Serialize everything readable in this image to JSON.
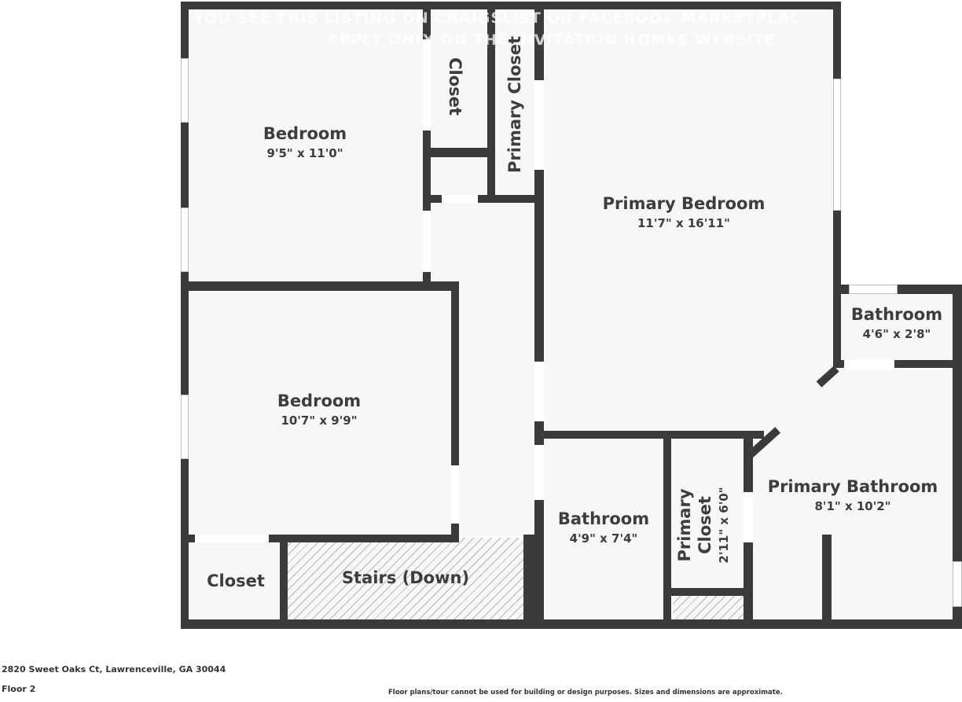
{
  "watermark": {
    "line1": "YOU SEE THIS LISTING ON CRAIGSLIST OR FACEBOOK MARKETPLAC",
    "line2": "APPLY ONLY ON THE INVITATION HOMES WEBSITE."
  },
  "rooms": {
    "bedroom1": {
      "name": "Bedroom",
      "dims": "9'5\" x 11'0\""
    },
    "closet_top": {
      "name": "Closet"
    },
    "primary_closet_top": {
      "name": "Primary Closet"
    },
    "primary_bedroom": {
      "name": "Primary Bedroom",
      "dims": "11'7\" x 16'11\""
    },
    "bathroom_small": {
      "name": "Bathroom",
      "dims": "4'6\" x 2'8\""
    },
    "bedroom2": {
      "name": "Bedroom",
      "dims": "10'7\" x 9'9\""
    },
    "bathroom_hall": {
      "name": "Bathroom",
      "dims": "4'9\" x 7'4\""
    },
    "primary_closet_bottom": {
      "name_line1": "Primary",
      "name_line2": "Closet",
      "dims": "2'11\" x 6'0\""
    },
    "primary_bathroom": {
      "name": "Primary Bathroom",
      "dims": "8'1\" x 10'2\""
    },
    "closet_bottom": {
      "name": "Closet"
    },
    "stairs": {
      "name": "Stairs (Down)"
    }
  },
  "footer": {
    "address": "2820 Sweet Oaks Ct, Lawrenceville, GA 30044",
    "floor": "Floor 2",
    "disclaimer": "Floor plans/tour cannot be used for building or design purposes. Sizes and dimensions are approximate."
  },
  "colors": {
    "wall": "#3b3b3b",
    "floor": "#f7f7f7",
    "text": "#3d3d3d"
  }
}
